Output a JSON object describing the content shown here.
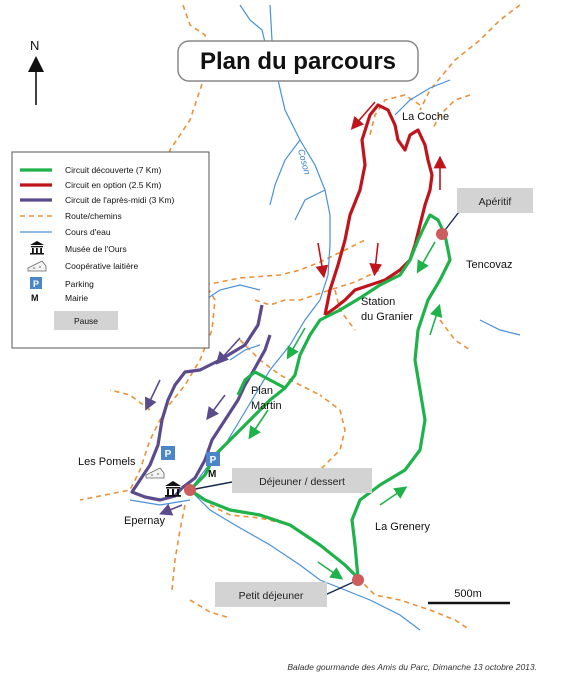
{
  "title": "Plan du parcours",
  "north": "N",
  "river_label": "Coson",
  "places": {
    "la_coche": "La Coche",
    "tencovaz": "Tencovaz",
    "station_line1": "Station",
    "station_line2": "du Granier",
    "plan_line1": "Plan",
    "plan_line2": "Martin",
    "les_pomels": "Les Pomels",
    "epernay": "Epernay",
    "la_grenery": "La Grenery"
  },
  "callouts": {
    "aperitif": "Apéritif",
    "dejeuner": "Déjeuner / dessert",
    "petit_dejeuner": "Petit déjeuner"
  },
  "map_symbols": {
    "parking_letter": "P",
    "mairie_letter": "M"
  },
  "scale": "500m",
  "legend": {
    "green": "Circuit découverte (7 Km)",
    "red": "Circuit en option (2.5 Km)",
    "purple": "Circuit de l'après-midi (3 Km)",
    "roads": "Route/chemins",
    "water": "Cours d'eau",
    "museum": "Musée de l'Ours",
    "cheese": "Coopérative laitière",
    "parking": "Parking",
    "mairie": "Mairie",
    "pause": "Pause",
    "parking_letter": "P",
    "mairie_letter": "M"
  },
  "credit": "Balade gourmande des Amis du Parc, Dimanche 13 octobre 2013.",
  "colors": {
    "green": "#1fb24a",
    "red": "#c0141c",
    "purple": "#5b4a8c",
    "road": "#e8923a",
    "water": "#4a90d9",
    "pause": "#cd5c5c",
    "callout_bg": "#d3d3d3",
    "parking_bg": "#4a86c8"
  }
}
